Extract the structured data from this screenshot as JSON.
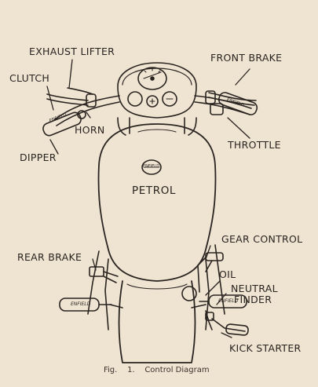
{
  "labels": {
    "exhaust_lifter": "EXHAUST LIFTER",
    "clutch": "CLUTCH",
    "front_brake": "FRONT BRAKE",
    "horn": "HORN",
    "throttle": "THROTTLE",
    "dipper": "DIPPER",
    "petrol": "PETROL",
    "gear_control": "GEAR CONTROL",
    "rear_brake": "REAR BRAKE",
    "oil": "OIL",
    "neutral_finder_line1": "NEUTRAL",
    "neutral_finder_line2": "FINDER",
    "kick_starter": "KICK STARTER"
  },
  "grip_text": {
    "left_handlebar": "ENFIELD",
    "right_handlebar": "ENFIELD",
    "left_footrest": "ENFIELD",
    "right_footrest": "ENFIELD"
  },
  "tank_badge": "ENFIELD",
  "caption": {
    "fig": "Fig.",
    "number": "1.",
    "title": "Control Diagram"
  }
}
